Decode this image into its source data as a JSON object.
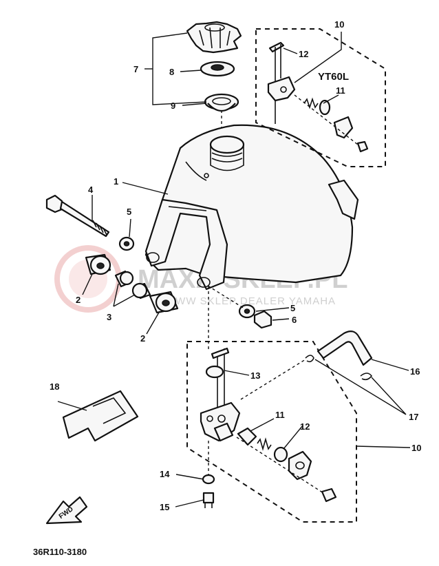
{
  "diagram": {
    "model_label": "YT60L",
    "drawing_code": "36R110-3180",
    "fwd_label": "FWD",
    "watermark": {
      "brand": "MAXA-SKLEP.PL",
      "subtitle": "WWW SKLEP DEALER YAMAHA"
    },
    "callouts": {
      "c1": "1",
      "c2a": "2",
      "c2b": "2",
      "c3": "3",
      "c4": "4",
      "c5a": "5",
      "c5b": "5",
      "c6": "6",
      "c7": "7",
      "c8": "8",
      "c9": "9",
      "c10a": "10",
      "c10b": "10",
      "c11a": "11",
      "c11b": "11",
      "c12a": "12",
      "c12b": "12",
      "c13": "13",
      "c14": "14",
      "c15": "15",
      "c16": "16",
      "c17": "17",
      "c18": "18"
    }
  }
}
